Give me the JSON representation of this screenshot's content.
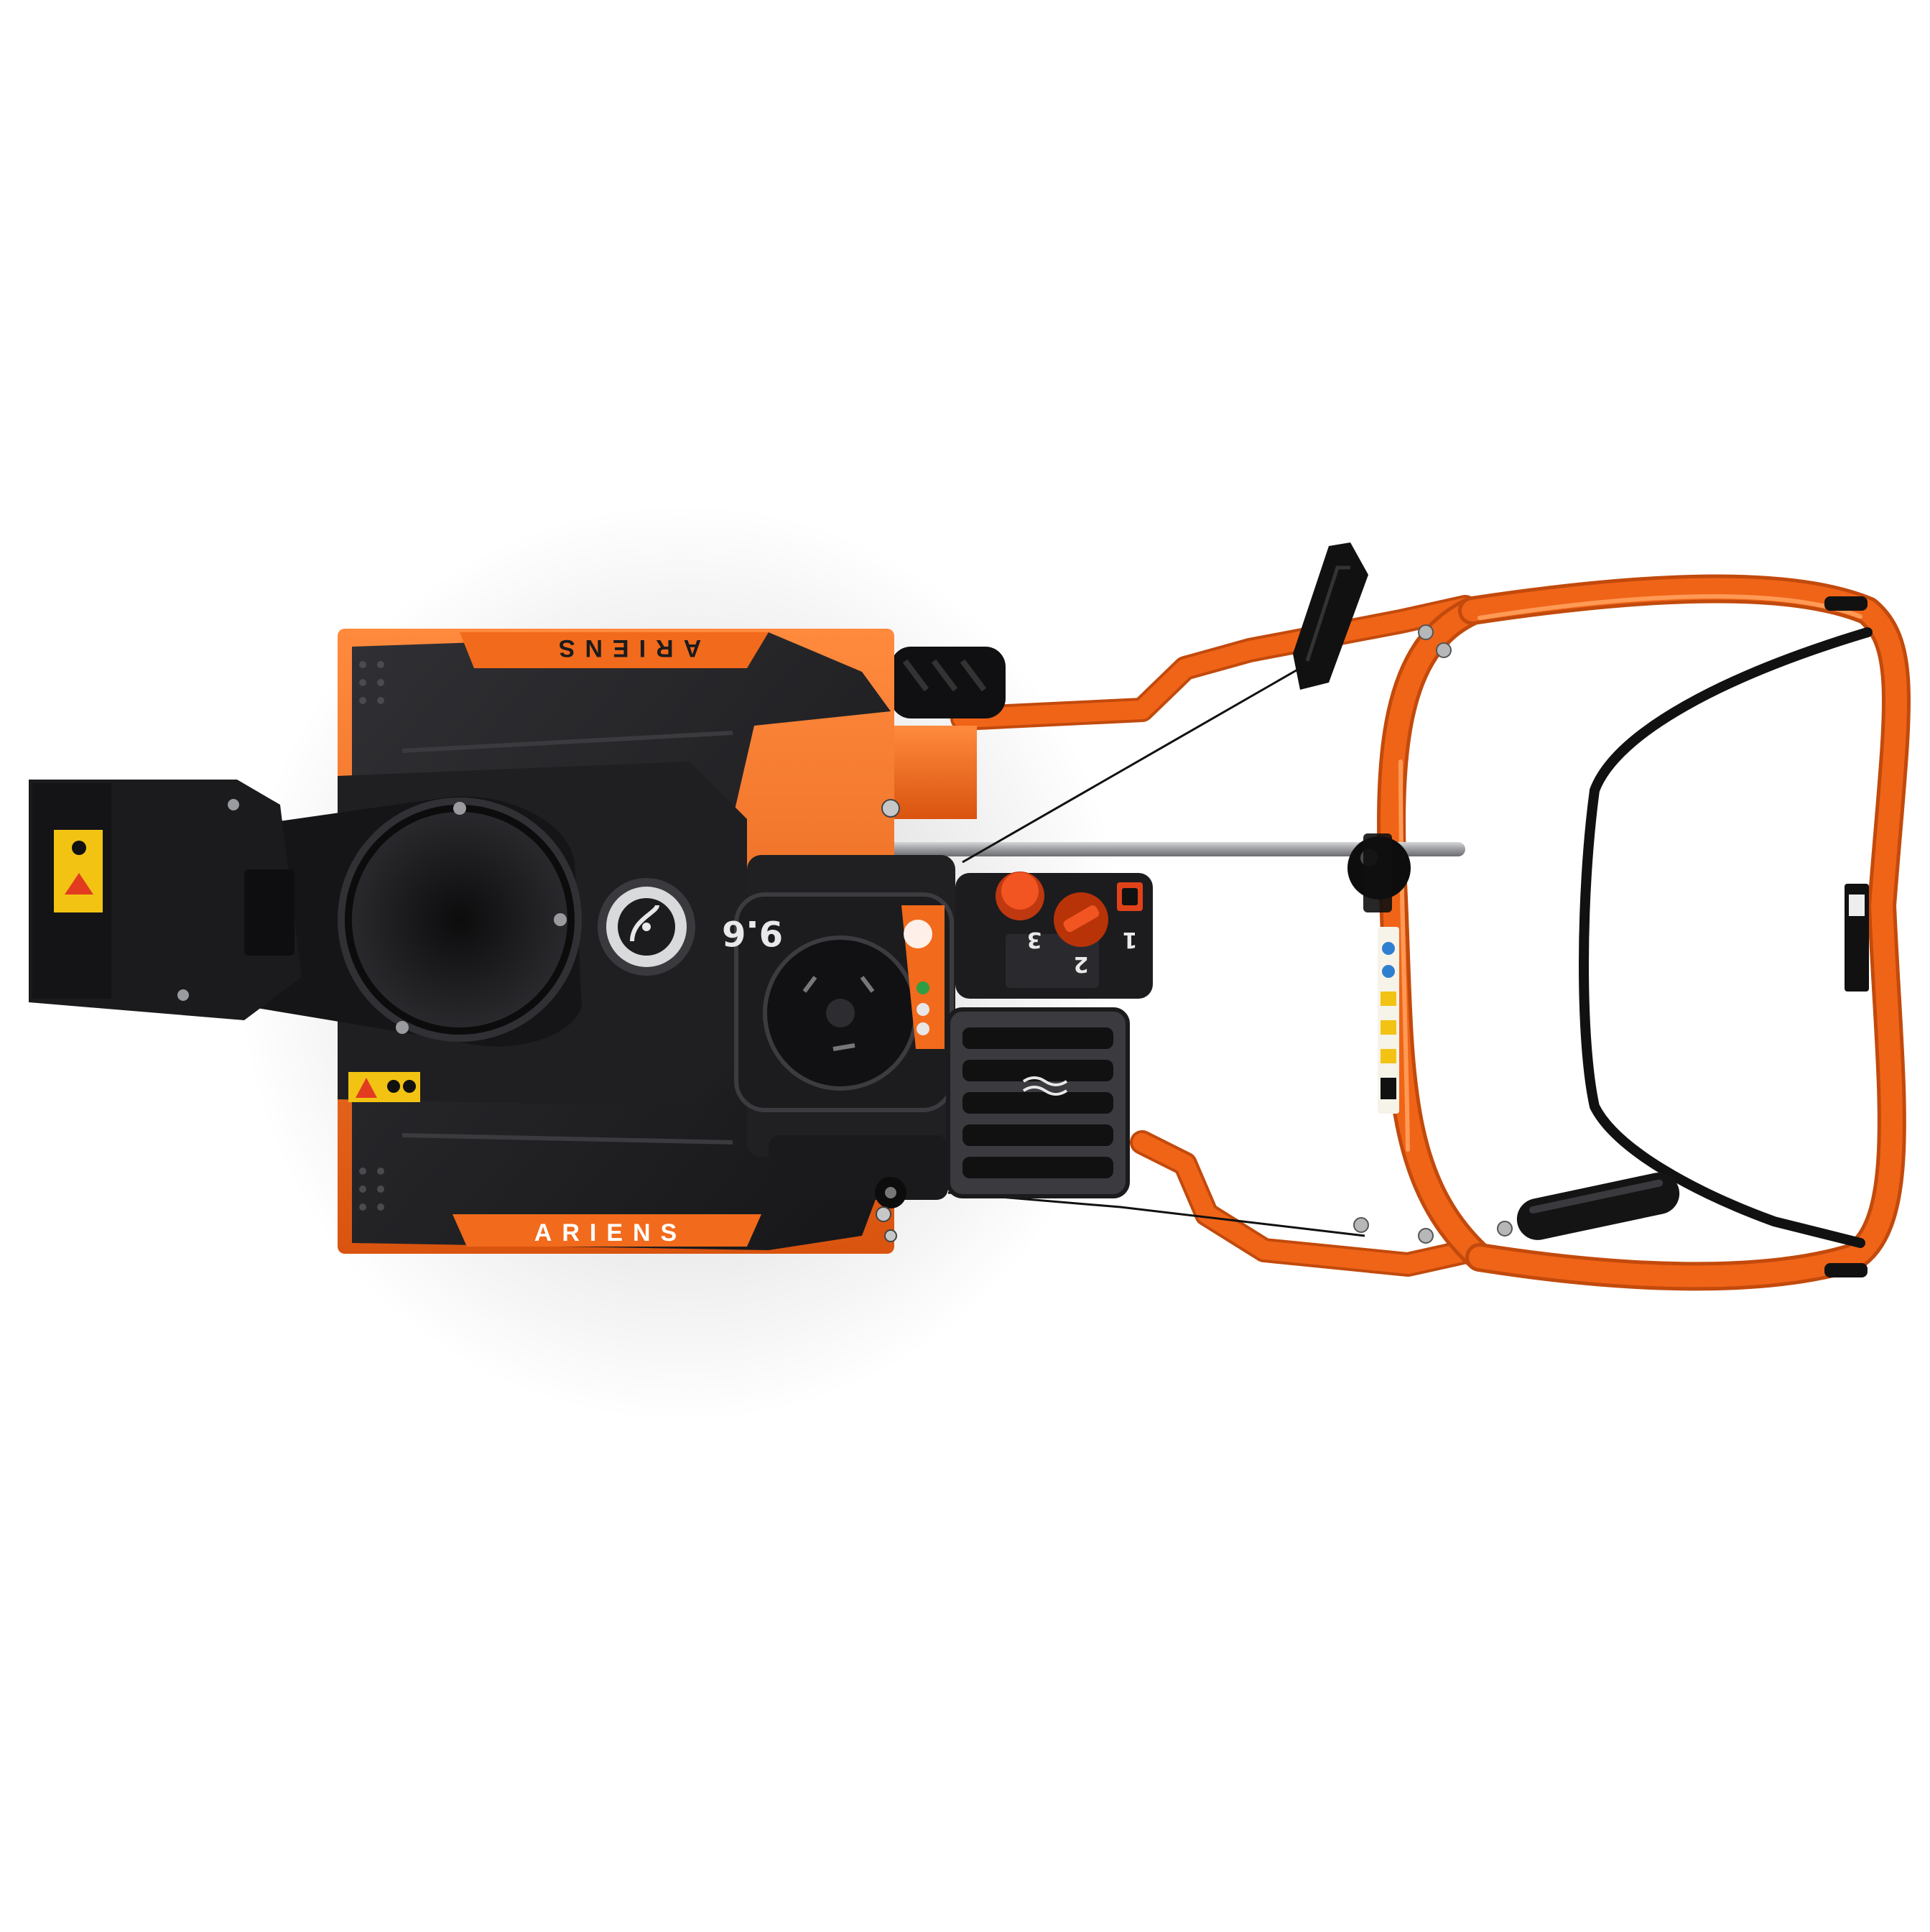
{
  "product": {
    "brand_top": "ARIENS",
    "brand_bottom": "ARIENS",
    "engine_label": "9.6",
    "control_panel": {
      "position_1": "1",
      "position_2": "2",
      "position_3": "3"
    }
  },
  "colors": {
    "accent_orange": "#f26a1b",
    "frame_orange": "#f06418",
    "body_black": "#1b1b1d",
    "body_dark": "#2a2a2d",
    "steel": "#a9aaac",
    "warning_yellow": "#f3c313"
  },
  "icons": {
    "gas_cap": "fuel-cap-icon",
    "warning": "warning-triangle-icon",
    "exhaust": "wave-symbol-icon"
  }
}
